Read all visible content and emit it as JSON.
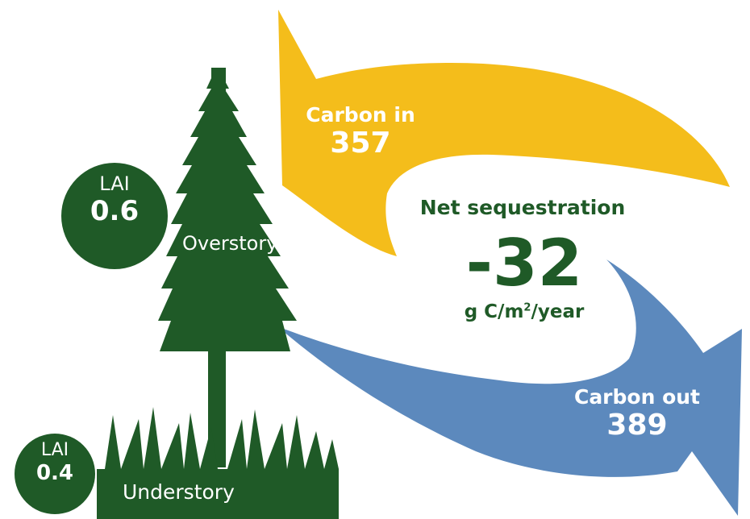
{
  "carbon_in": {
    "label": "Carbon in",
    "value": "357"
  },
  "carbon_out": {
    "label": "Carbon out",
    "value": "389"
  },
  "net": {
    "title": "Net sequestration",
    "value": "-32",
    "unit_prefix": "g C/m",
    "unit_sup": "2",
    "unit_suffix": "/year"
  },
  "overstory": {
    "lai_label": "LAI",
    "lai_value": "0.6",
    "label": "Overstory"
  },
  "understory": {
    "lai_label": "LAI",
    "lai_value": "0.4",
    "label": "Understory"
  },
  "colors": {
    "tree_green": "#1f5a27",
    "carbon_in_yellow": "#f4bd1b",
    "carbon_out_blue": "#5c89bd",
    "background": "#ffffff"
  }
}
